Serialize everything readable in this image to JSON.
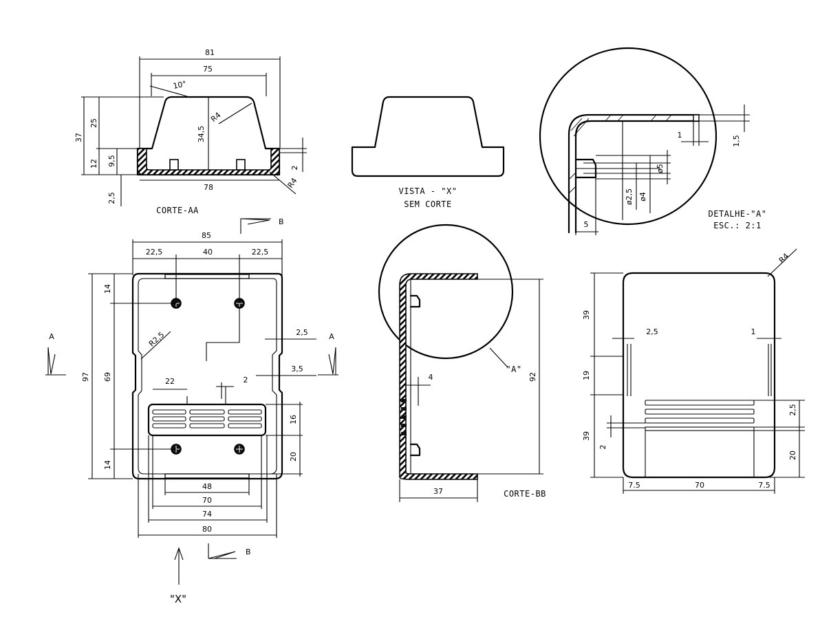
{
  "labels": {
    "corte_aa": "CORTE-AA",
    "vista_x_line1": "VISTA - \"X\"",
    "vista_x_line2": "SEM CORTE",
    "detalhe_line1": "DETALHE-\"A\"",
    "detalhe_line2": "ESC.: 2:1",
    "corte_bb": "CORTE-BB",
    "callout_a": "\"A\"",
    "view_x": "\"X\"",
    "section_b": "B",
    "section_a": "A"
  },
  "dims": {
    "aa_81": "81",
    "aa_75": "75",
    "aa_10deg": "10°",
    "aa_37": "37",
    "aa_25": "25",
    "aa_12": "12",
    "aa_9_5": "9,5",
    "aa_34_5": "34,5",
    "aa_r4": "R4",
    "aa_2": "2",
    "aa_r4b": "R4",
    "aa_78": "78",
    "aa_2_5": "2,5",
    "det_1": "1",
    "det_1_5": "1,5",
    "det_d5": "ø5",
    "det_d2_5": "ø2,5",
    "det_d4": "ø4",
    "det_5": "5",
    "pl_85": "85",
    "pl_22_5a": "22,5",
    "pl_40": "40",
    "pl_22_5b": "22,5",
    "pl_14a": "14",
    "pl_97": "97",
    "pl_69": "69",
    "pl_14b": "14",
    "pl_r2_5": "R2,5",
    "pl_2_5": "2,5",
    "pl_3_5": "3,5",
    "pl_22": "22",
    "pl_2": "2",
    "pl_16": "16",
    "pl_20": "20",
    "pl_48": "48",
    "pl_70": "70",
    "pl_74": "74",
    "pl_80": "80",
    "bb_92": "92",
    "bb_4": "4",
    "bb_37": "37",
    "bk_r4": "R4",
    "bk_39a": "39",
    "bk_2_5": "2,5",
    "bk_1": "1",
    "bk_19": "19",
    "bk_39b": "39",
    "bk_2_5b": "2,5",
    "bk_2": "2",
    "bk_20": "20",
    "bk_7_5a": "7.5",
    "bk_70": "70",
    "bk_7_5b": "7.5"
  }
}
